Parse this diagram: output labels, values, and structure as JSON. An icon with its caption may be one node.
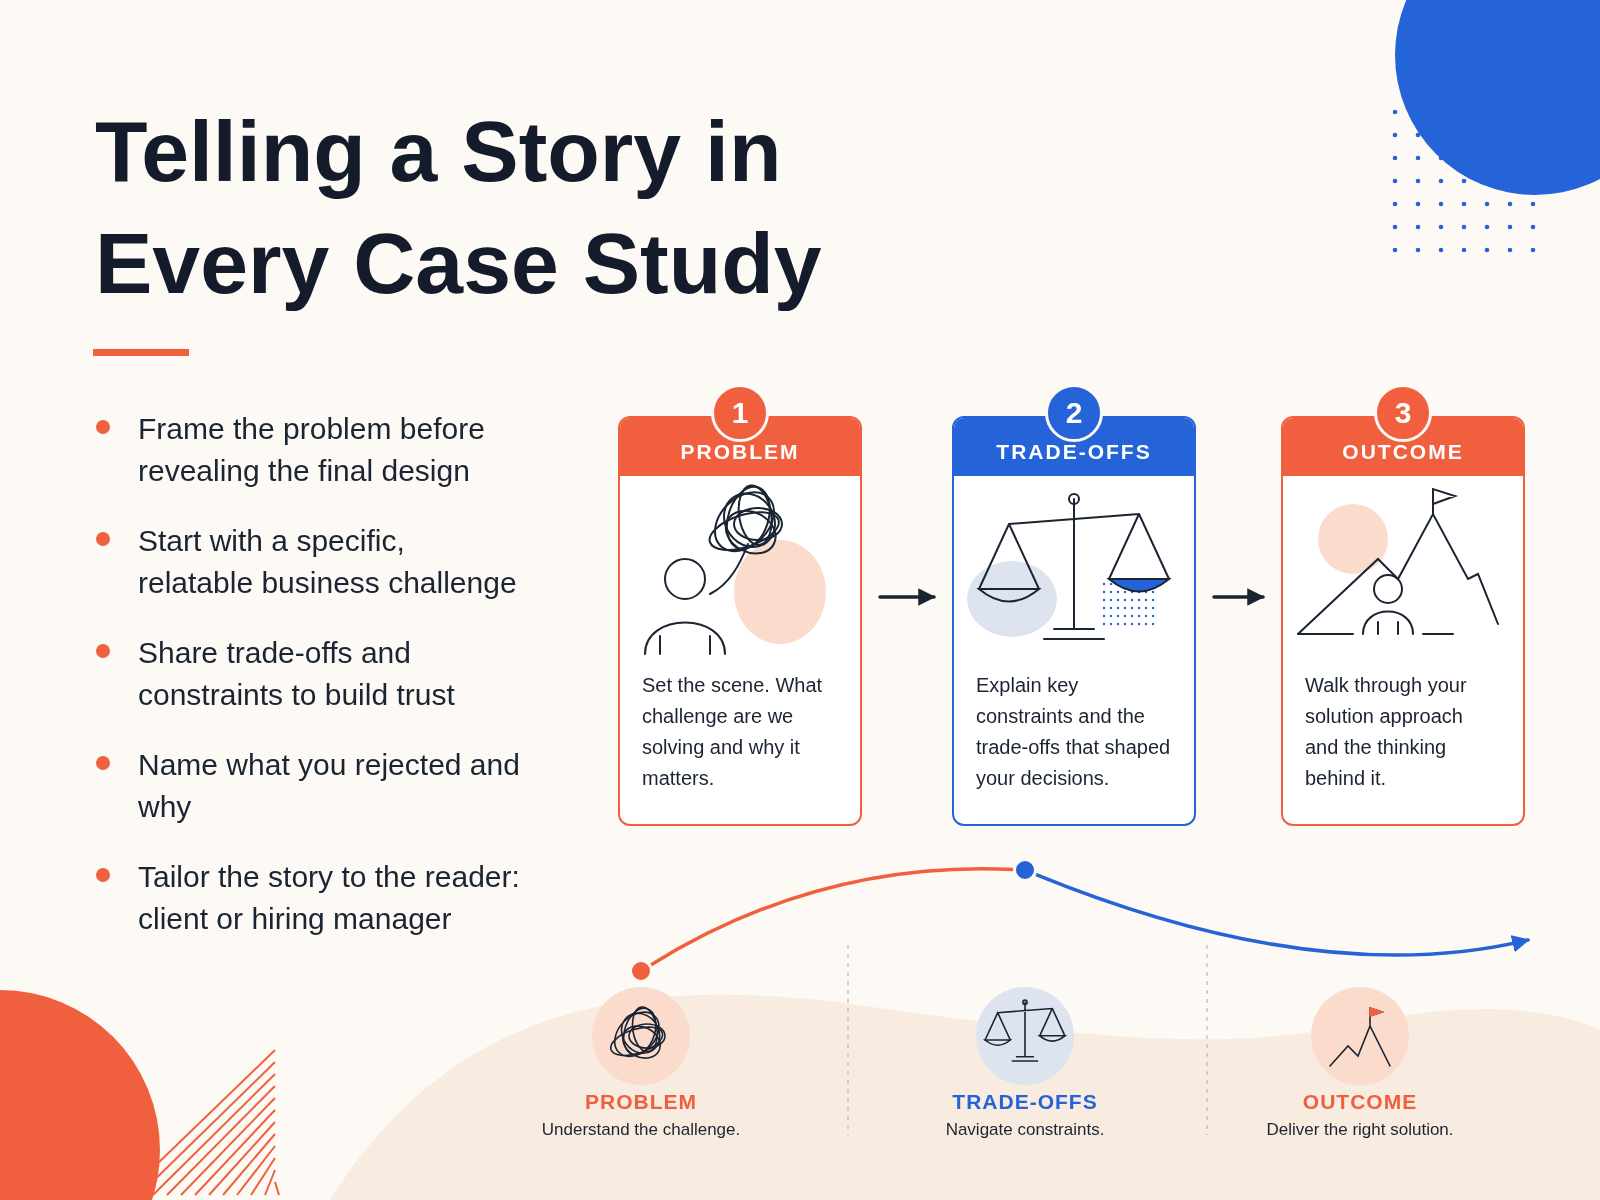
{
  "diagram": {
    "title": "Telling a Story in Every Case Study",
    "nodes": [
      {
        "text": [
          "1",
          "PROBLEM",
          "Set the scene. What challenge are we solving and why it matters."
        ]
      },
      {
        "text": [
          "2",
          "TRADE-OFFS",
          "Explain key constraints and the trade-offs that shaped your decisions."
        ]
      },
      {
        "text": [
          "3",
          "OUTCOME",
          "Walk through your solution approach and the thinking behind it."
        ]
      },
      {
        "text": [],
        "shape": "circle"
      },
      {
        "text": [],
        "shape": "circle"
      },
      {
        "text": [
          "PROBLEM",
          "Understand the challenge."
        ]
      },
      {
        "text": [
          "TRADE-OFFS",
          "Navigate constraints."
        ]
      },
      {
        "text": [
          "OUTCOME",
          "Deliver the right solution."
        ]
      }
    ],
    "edges": [
      {
        "from": 0,
        "to": 1,
        "arrow": "to"
      },
      {
        "from": 1,
        "to": 2,
        "arrow": "to"
      },
      {
        "from": 3,
        "to": 4,
        "arrow": "none",
        "color": "#f0603f"
      },
      {
        "from": 4,
        "to": null,
        "arrow": "to",
        "color": "#2563d8"
      }
    ],
    "labels": [
      "Frame the problem before revealing the final design",
      "Start with a specific, relatable business challenge",
      "Share trade-offs and constraints to build trust",
      "Name what you rejected and why",
      "Tailor the story to the reader: client or hiring manager"
    ]
  }
}
